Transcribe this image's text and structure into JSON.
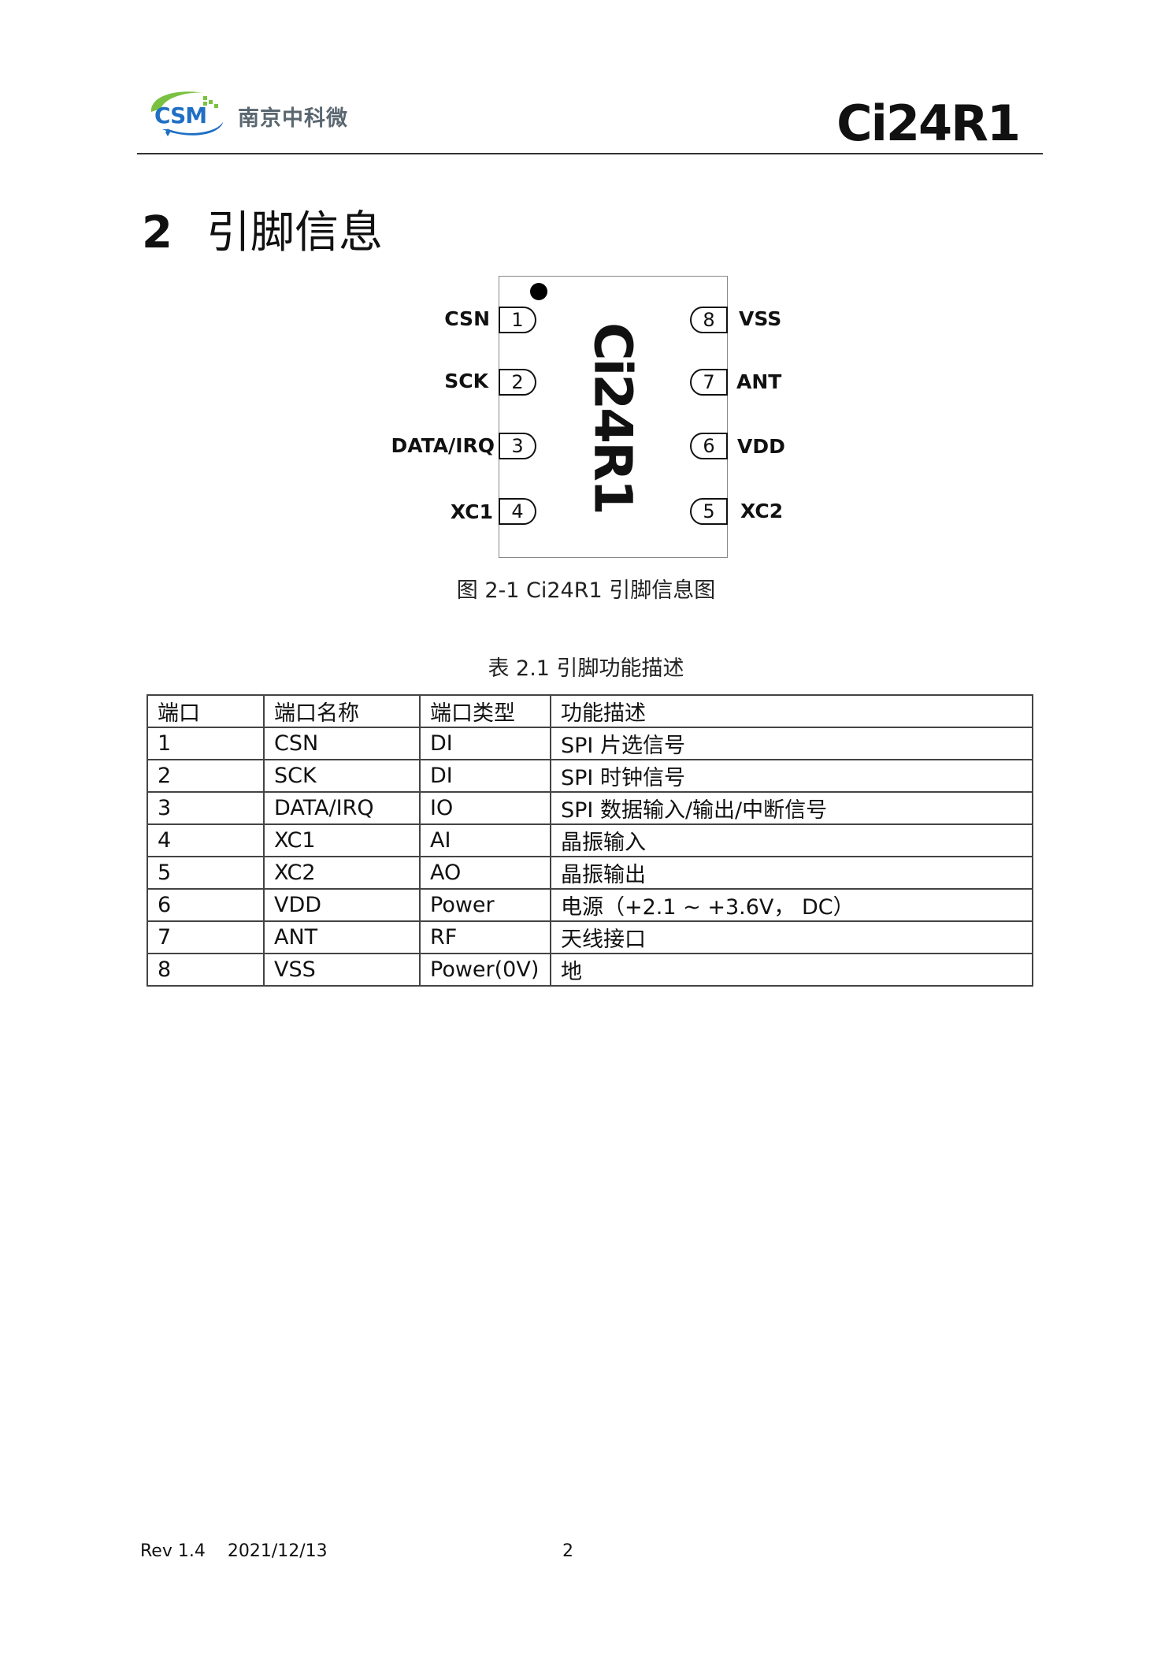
{
  "header": {
    "logo_text": "CSM",
    "company_name": "南京中科微",
    "doc_title": "Ci24R1",
    "colors": {
      "logo_blue": "#1f6fc4",
      "logo_green": "#7ac142",
      "company_gray": "#5a6770"
    }
  },
  "section": {
    "number": "2",
    "title": "引脚信息"
  },
  "diagram": {
    "chip_label": "Ci24R1",
    "left_pins": [
      {
        "number": "1",
        "name": "CSN"
      },
      {
        "number": "2",
        "name": "SCK"
      },
      {
        "number": "3",
        "name": "DATA/IRQ"
      },
      {
        "number": "4",
        "name": "XC1"
      }
    ],
    "right_pins": [
      {
        "number": "8",
        "name": "VSS"
      },
      {
        "number": "7",
        "name": "ANT"
      },
      {
        "number": "6",
        "name": "VDD"
      },
      {
        "number": "5",
        "name": "XC2"
      }
    ],
    "caption": "图 2-1 Ci24R1 引脚信息图"
  },
  "table": {
    "caption": "表 2.1 引脚功能描述",
    "headers": [
      "端口",
      "端口名称",
      "端口类型",
      "功能描述"
    ],
    "rows": [
      [
        "1",
        "CSN",
        "DI",
        "SPI 片选信号"
      ],
      [
        "2",
        "SCK",
        "DI",
        "SPI 时钟信号"
      ],
      [
        "3",
        "DATA/IRQ",
        "IO",
        "SPI 数据输入/输出/中断信号"
      ],
      [
        "4",
        "XC1",
        "AI",
        "晶振输入"
      ],
      [
        "5",
        "XC2",
        "AO",
        "晶振输出"
      ],
      [
        "6",
        "VDD",
        "Power",
        "电源（+2.1 ~ +3.6V， DC）"
      ],
      [
        "7",
        "ANT",
        "RF",
        "天线接口"
      ],
      [
        "8",
        "VSS",
        "Power(0V)",
        "地"
      ]
    ]
  },
  "footer": {
    "revision": "Rev 1.4",
    "date": "2021/12/13",
    "page_number": "2"
  }
}
